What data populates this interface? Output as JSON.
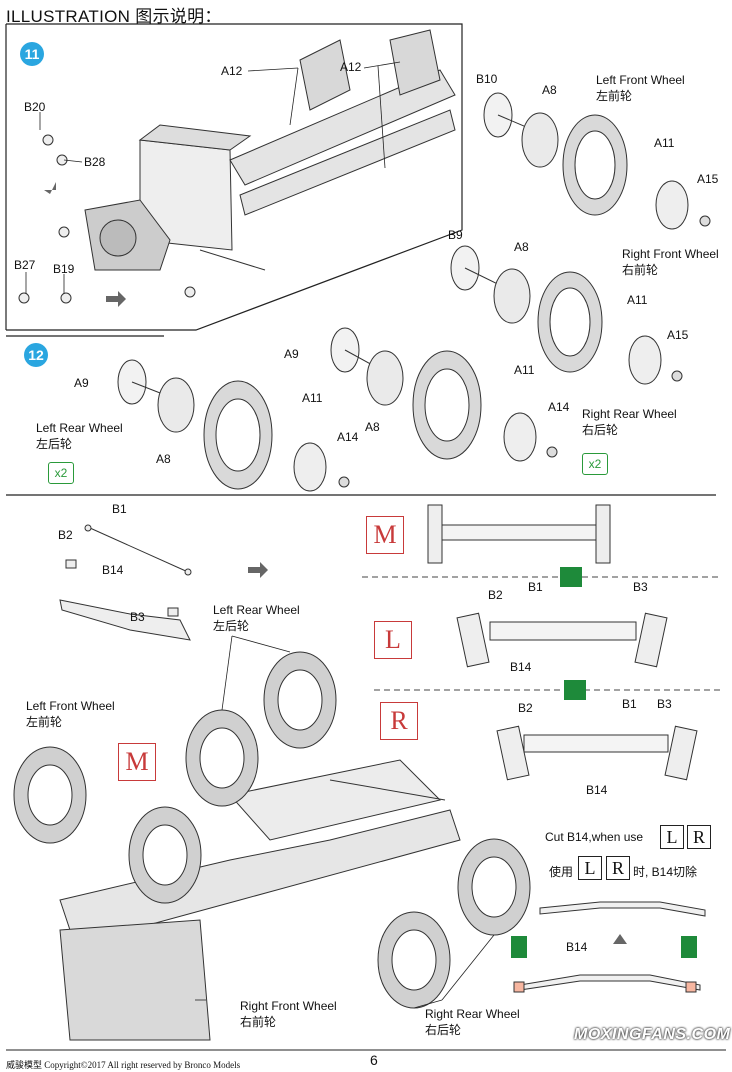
{
  "header": {
    "title": "ILLUSTRATION 图示说明："
  },
  "step11": {
    "number": "11",
    "labels": {
      "a12_left": "A12",
      "a12_right": "A12",
      "b20": "B20",
      "b28": "B28",
      "b27": "B27",
      "b19": "B19"
    },
    "left_front": {
      "en": "Left Front Wheel",
      "cn": "左前轮",
      "b10": "B10",
      "a8": "A8",
      "a11": "A11",
      "a15": "A15"
    },
    "right_front": {
      "en": "Right Front Wheel",
      "cn": "右前轮",
      "b9": "B9",
      "a8": "A8",
      "a11": "A11",
      "a15": "A15"
    }
  },
  "step12": {
    "number": "12",
    "left_rear": {
      "en": "Left Rear Wheel",
      "cn": "左后轮",
      "qty": "x2",
      "a9": "A9",
      "a8": "A8",
      "a11": "A11",
      "a14": "A14"
    },
    "right_rear": {
      "en": "Right Rear Wheel",
      "cn": "右后轮",
      "qty": "x2",
      "a9": "A9",
      "a8": "A8",
      "a11": "A11",
      "a14": "A14"
    }
  },
  "axle": {
    "b1": "B1",
    "b2": "B2",
    "b14": "B14",
    "b3": "B3",
    "variant_m": "M",
    "variant_l": "L",
    "variant_r": "R",
    "l_b2": "B2",
    "l_b1": "B1",
    "l_b3": "B3",
    "l_b14": "B14",
    "r_b2": "B2",
    "r_b1": "B1",
    "r_b3": "B3",
    "r_b14": "B14"
  },
  "assembly": {
    "left_rear_en": "Left Rear Wheel",
    "left_rear_cn": "左后轮",
    "left_front_en": "Left Front Wheel",
    "left_front_cn": "左前轮",
    "right_front_en": "Right Front Wheel",
    "right_front_cn": "右前轮",
    "right_rear_en": "Right Rear Wheel",
    "right_rear_cn": "右后轮",
    "variant": "M"
  },
  "cut_note": {
    "en_prefix": "Cut B14,when use",
    "box_l": "L",
    "box_r": "R",
    "cn_prefix": "使用",
    "cn_suffix": "时, B14切除",
    "part": "B14"
  },
  "footer": {
    "copyright": "威骏模型  Copyright©2017  All right reserved by Bronco Models",
    "page": "6",
    "watermark": "MOXINGFANS.COM"
  }
}
